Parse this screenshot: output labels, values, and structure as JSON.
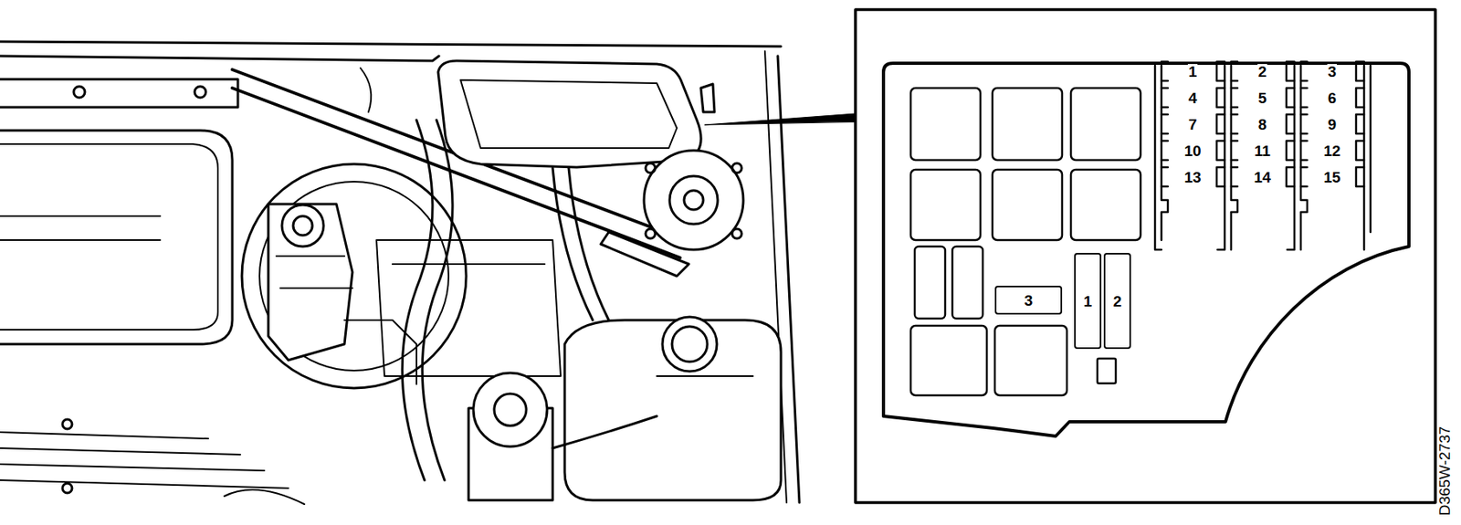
{
  "diagram": {
    "nodes": [
      {
        "text": [
          "3"
        ]
      },
      {
        "text": [
          "1"
        ]
      },
      {
        "text": [
          "2"
        ]
      }
    ],
    "labels": [
      "1",
      "2",
      "3",
      "4",
      "5",
      "6",
      "7",
      "8",
      "9",
      "10",
      "11",
      "12",
      "13",
      "14",
      "15",
      "D365W-2737"
    ]
  }
}
